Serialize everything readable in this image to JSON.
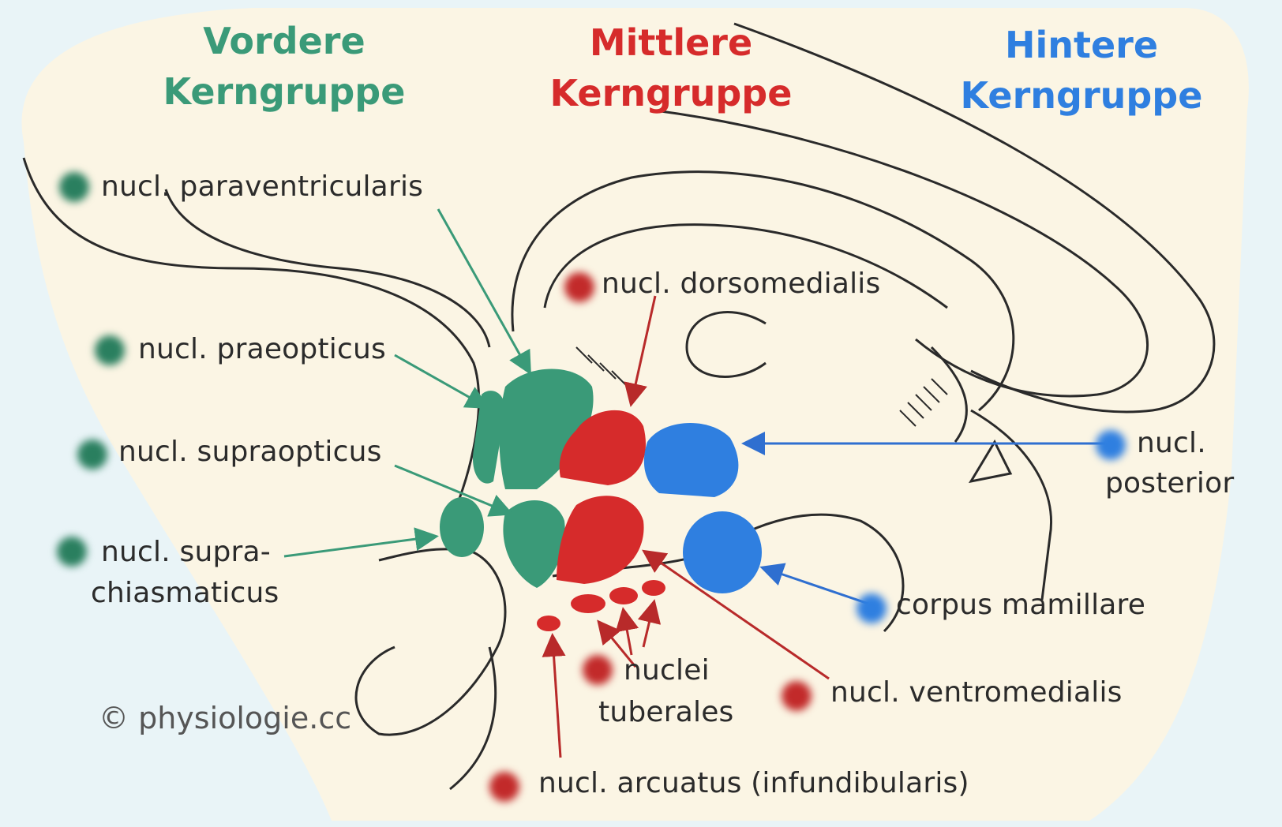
{
  "colors": {
    "anterior": "#3a9a78",
    "middle": "#d62b2b",
    "posterior": "#2f7fe0",
    "tissue": "#fbf5e4",
    "outline": "#2a2a2a",
    "background": "#e9f4f7"
  },
  "groups": {
    "anterior": {
      "line1": "Vordere",
      "line2": "Kerngruppe"
    },
    "middle": {
      "line1": "Mittlere",
      "line2": "Kerngruppe"
    },
    "posterior": {
      "line1": "Hintere",
      "line2": "Kerngruppe"
    }
  },
  "nuclei": {
    "paraventricularis": "nucl. paraventricularis",
    "praeopticus": "nucl. praeopticus",
    "supraopticus": "nucl. supraopticus",
    "suprachiasmaticus_1": "nucl. supra-",
    "suprachiasmaticus_2": "chiasmaticus",
    "dorsomedialis": "nucl. dorsomedialis",
    "posterior_1": "nucl.",
    "posterior_2": "posterior",
    "mamillare": "corpus mamillare",
    "tuberales_1": "nuclei",
    "tuberales_2": "tuberales",
    "ventromedialis": "nucl. ventromedialis",
    "arcuatus": "nucl. arcuatus (infundibularis)"
  },
  "copyright": "© physiologie.cc"
}
